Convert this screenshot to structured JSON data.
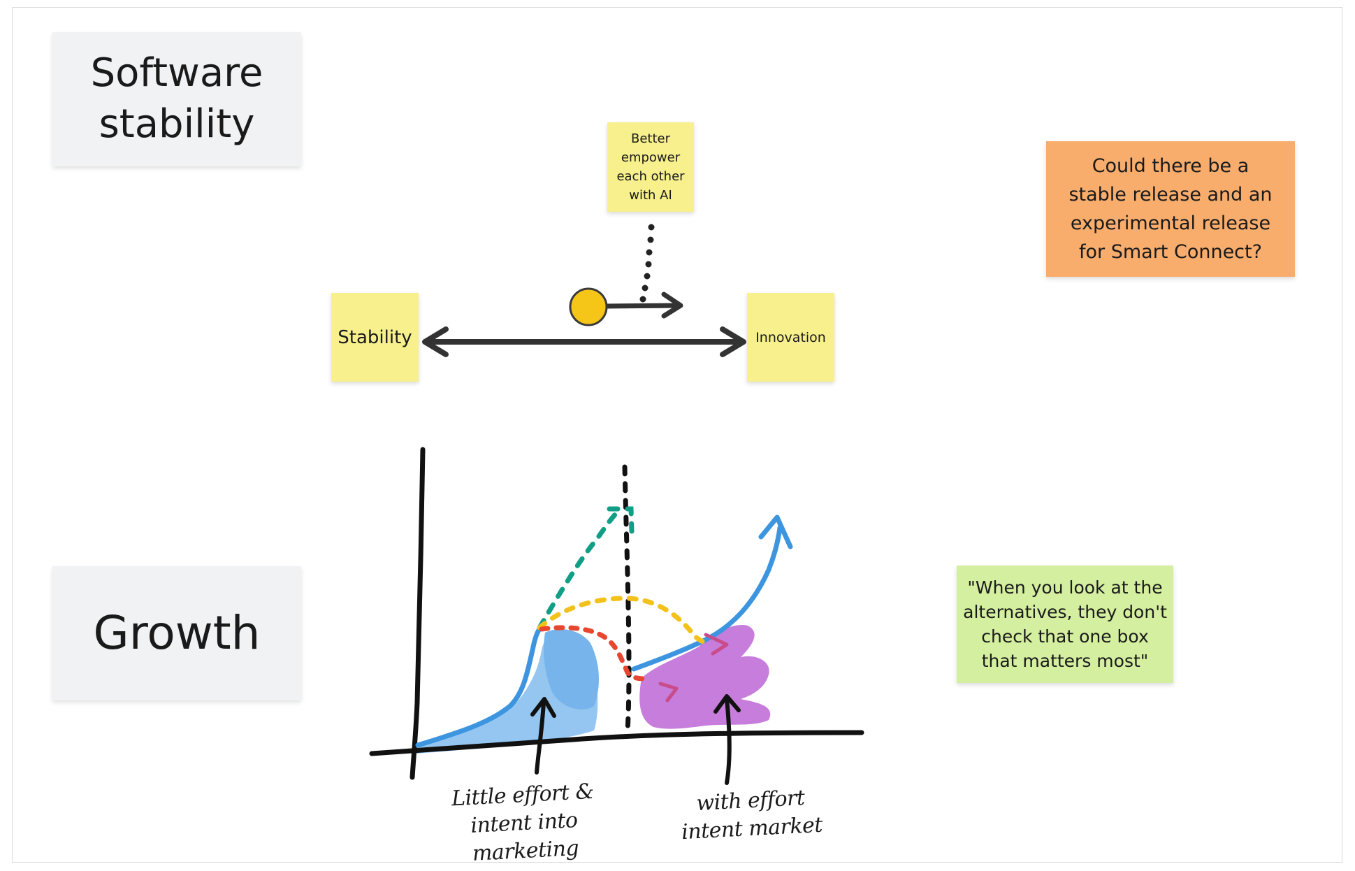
{
  "title_software": [
    "Software",
    "stability"
  ],
  "title_growth": "Growth",
  "sticky_empower": [
    "Better",
    "empower",
    "each other",
    "with AI"
  ],
  "sticky_stability": "Stability",
  "sticky_innovation": "Innovation",
  "sticky_question": [
    "Could there be a",
    "stable release and an",
    "experimental release",
    "for Smart Connect?"
  ],
  "sticky_quote": [
    "\"When you look at the",
    "alternatives, they don't",
    "check that one box",
    "that matters most\""
  ],
  "handwriting_left": [
    "Little effort &",
    "intent into marketing"
  ],
  "handwriting_right": [
    "with effort",
    "intent market"
  ],
  "colors": {
    "sticky_yellow": "#f7f08d",
    "sticky_orange": "#f8ad6d",
    "sticky_green": "#d4ef9f",
    "title_card": "#f1f2f4",
    "marker_blue": "#3d95e0",
    "fill_blue": "#8fc3f0",
    "fill_purple": "#c77ddb",
    "dot_yellow": "#f5c518",
    "dash_teal": "#119e86",
    "dash_yellow": "#f2c21b",
    "dash_red": "#e8472f",
    "ink": "#1a1a1a"
  }
}
